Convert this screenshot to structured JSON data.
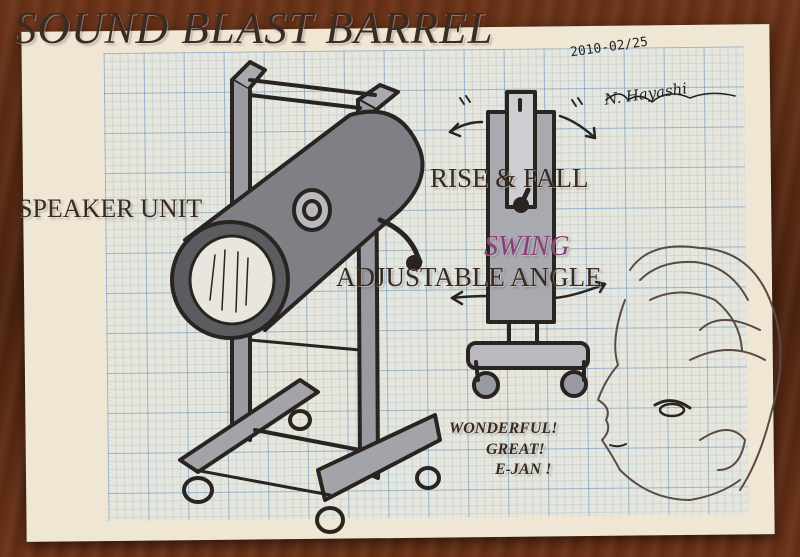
{
  "sketch": {
    "title": "SOUND BLAST BARREL",
    "date": "2010-02/25",
    "signature": "N. Hayashi",
    "labels": {
      "speaker_unit": "SPEAKER UNIT",
      "rise_fall": "RISE & FALL",
      "swing": "SWING",
      "adjustable_angle": "ADJUSTABLE ANGLE",
      "wonderful": "WONDERFUL!",
      "great": "GREAT!",
      "e_jan": "E-JAN !"
    }
  },
  "colors": {
    "ink": "#2a2420",
    "marker_gray": "#8a8a90",
    "swing_text": "#8a3d7a",
    "paper": "#efe6d3",
    "grid_line": "#5a8cbe"
  }
}
